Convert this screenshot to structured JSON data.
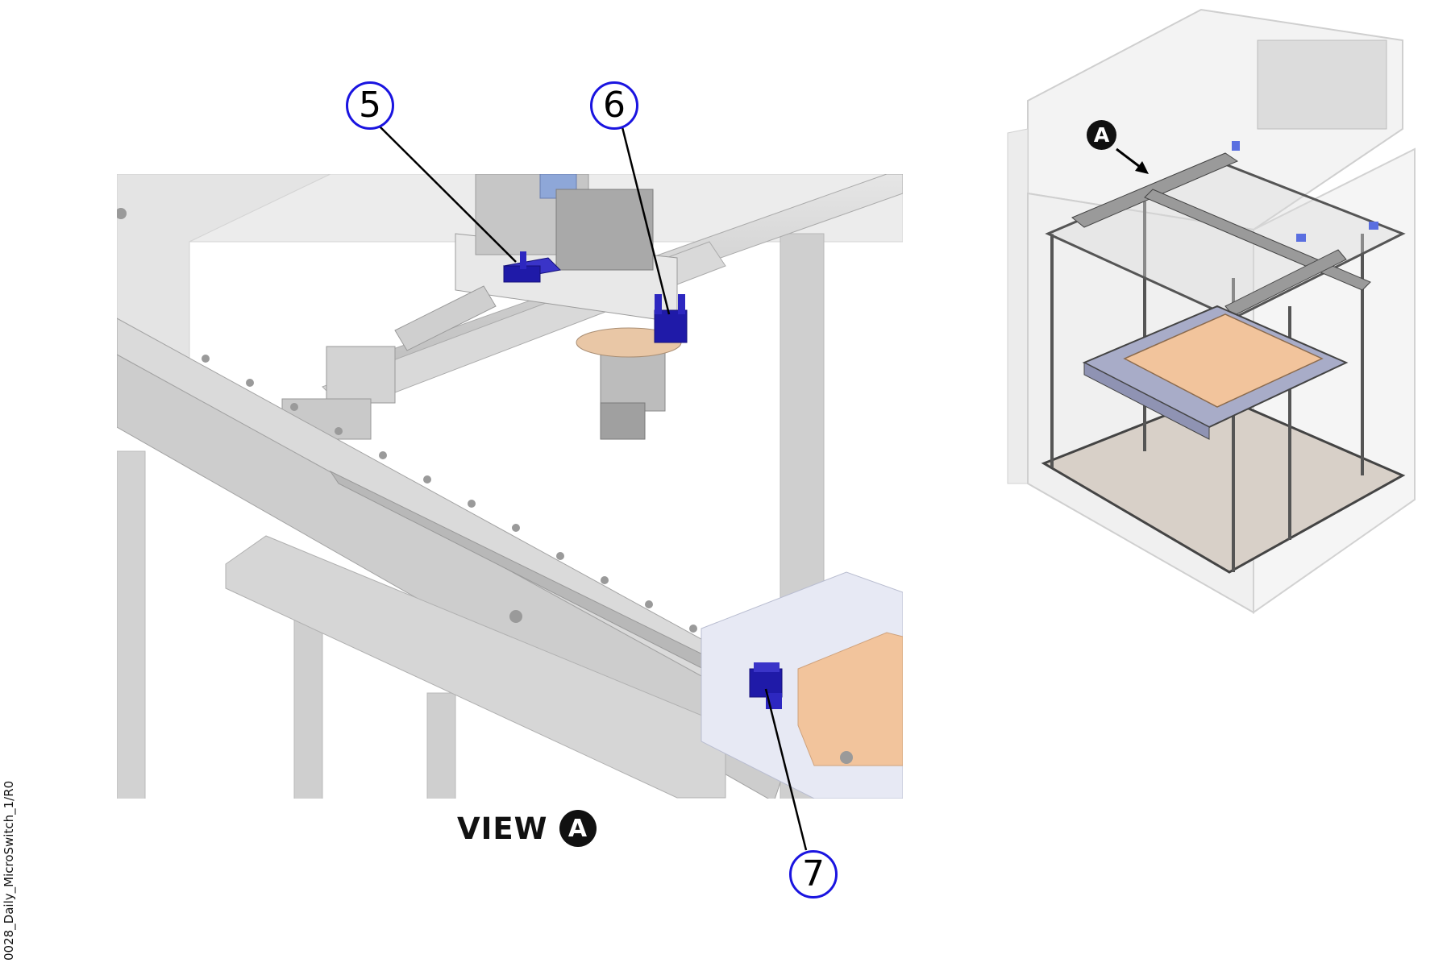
{
  "callouts": [
    {
      "label": "5"
    },
    {
      "label": "6"
    },
    {
      "label": "7"
    }
  ],
  "view_caption": {
    "text": "VIEW",
    "marker": "A"
  },
  "overview_marker": "A",
  "side_code": "0028_Daily_MicroSwitch_1/R0",
  "colors": {
    "callout_ring": "#1a14e0",
    "switch_blue": "#1f1aa8",
    "frame_gray": "#c8c8c8",
    "plate_orange": "#f2c49c",
    "marker_black": "#111111"
  }
}
